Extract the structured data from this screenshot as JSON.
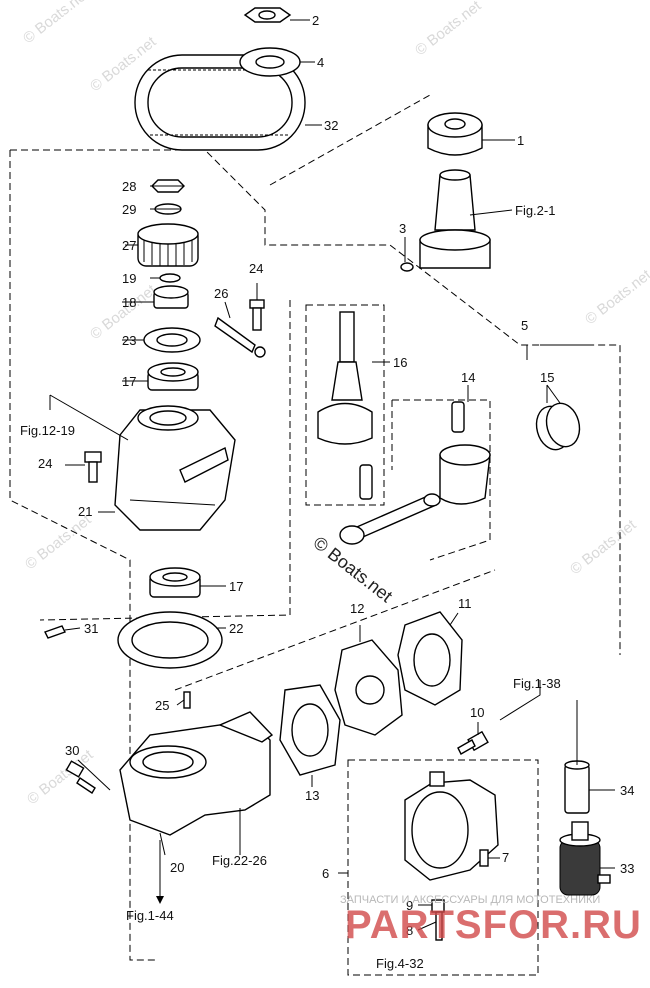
{
  "diagram": {
    "callouts": {
      "c1": "1",
      "c2": "2",
      "c3": "3",
      "c4": "4",
      "c5": "5",
      "c6": "6",
      "c7": "7",
      "c8": "8",
      "c9": "9",
      "c10": "10",
      "c11": "11",
      "c12": "12",
      "c13": "13",
      "c14": "14",
      "c15": "15",
      "c16": "16",
      "c17a": "17",
      "c17b": "17",
      "c18": "18",
      "c19": "19",
      "c20": "20",
      "c21": "21",
      "c22": "22",
      "c23": "23",
      "c24a": "24",
      "c24b": "24",
      "c25": "25",
      "c26": "26",
      "c27": "27",
      "c28": "28",
      "c29": "29",
      "c30": "30",
      "c31": "31",
      "c32": "32",
      "c33": "33",
      "c34": "34"
    },
    "references": {
      "fig_2_1": "Fig.2-1",
      "fig_12_19": "Fig.12-19",
      "fig_1_38": "Fig.1-38",
      "fig_22_26": "Fig.22-26",
      "fig_1_44": "Fig.1-44",
      "fig_4_32": "Fig.4-32"
    },
    "watermark": {
      "text": "© Boats.net",
      "center_text": "© Boats.net"
    },
    "brand": {
      "tagline": "ЗАПЧАСТИ И АКСЕССУАРЫ ДЛЯ МОТОТЕХНИКИ",
      "name": "PARTSFOR.RU",
      "color": "#d24a4a"
    }
  }
}
